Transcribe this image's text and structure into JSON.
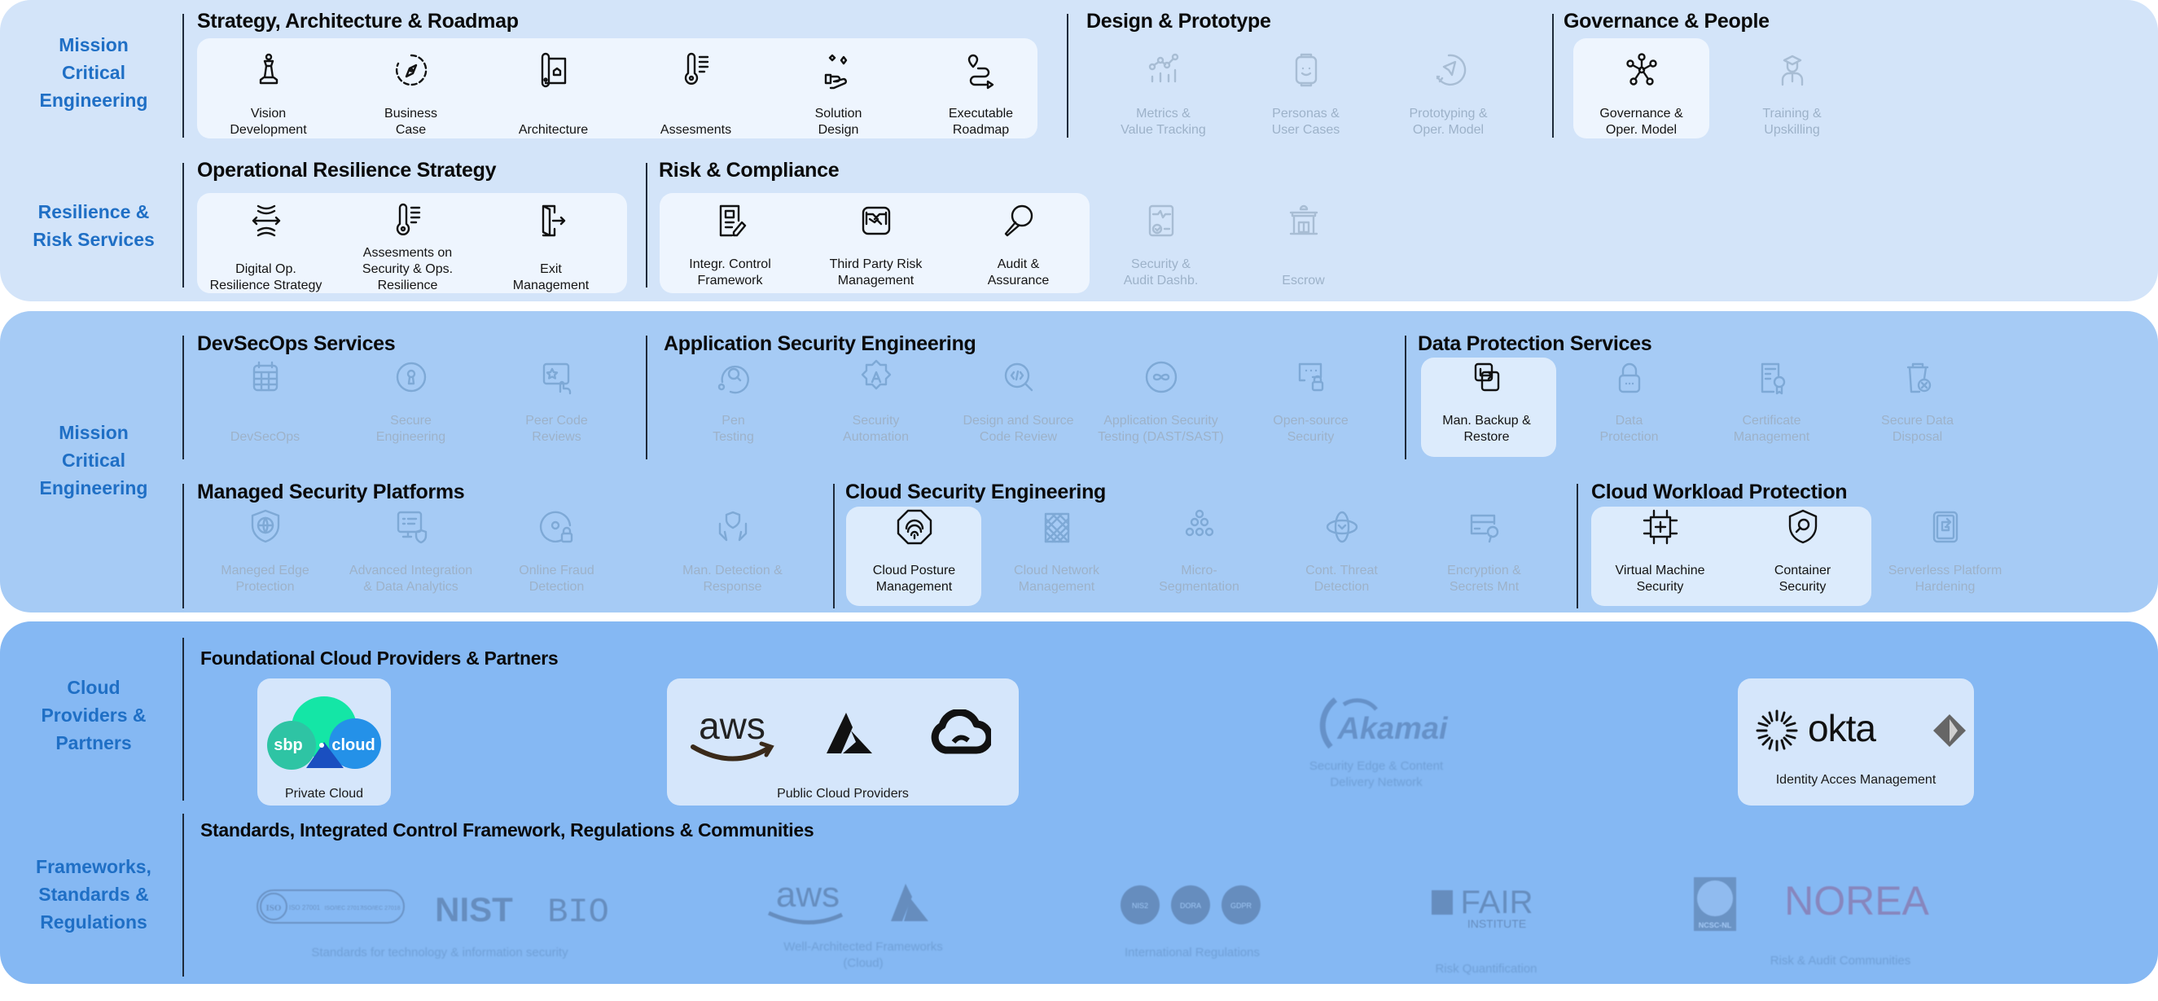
{
  "sections": {
    "mission_critical_1": "Mission Critical Engineering",
    "resilience": "Resilience & Risk Services",
    "mission_critical_2": "Mission Critical Engineering",
    "cloud_providers": "Cloud Providers & Partners",
    "frameworks": "Frameworks, Standards & Regulations"
  },
  "side_labels": {
    "mc1": [
      "Mission",
      "Critical",
      "Engineering"
    ],
    "res": [
      "Resilience &",
      "Risk Services"
    ],
    "mc2": [
      "Mission",
      "Critical",
      "Engineering"
    ],
    "cloud": [
      "Cloud",
      "Providers &",
      "Partners"
    ],
    "fw": [
      "Frameworks,",
      "Standards &",
      "Regulations"
    ]
  },
  "groups": {
    "strategy": {
      "title": "Strategy, Architecture & Roadmap",
      "items": [
        {
          "icon": "chess-pawn-icon",
          "label": [
            "Vision",
            "Development"
          ],
          "active": true
        },
        {
          "icon": "compass-icon",
          "label": [
            "Business",
            "Case"
          ],
          "active": true
        },
        {
          "icon": "blueprint-icon",
          "label": [
            "",
            "Architecture"
          ],
          "active": true
        },
        {
          "icon": "thermometer-icon",
          "label": [
            "",
            "Assesments"
          ],
          "active": true
        },
        {
          "icon": "hand-sparkle-icon",
          "label": [
            "Solution",
            "Design"
          ],
          "active": true
        },
        {
          "icon": "route-icon",
          "label": [
            "Executable",
            "Roadmap"
          ],
          "active": true
        }
      ]
    },
    "design": {
      "title": "Design & Prototype",
      "items": [
        {
          "icon": "metrics-chart-icon",
          "label": [
            "Metrics &",
            "Value Tracking"
          ],
          "active": false
        },
        {
          "icon": "persona-icon",
          "label": [
            "Personas &",
            "User Cases"
          ],
          "active": false
        },
        {
          "icon": "rocket-icon",
          "label": [
            "Prototyping &",
            "Oper. Model"
          ],
          "active": false
        }
      ]
    },
    "governance": {
      "title": "Governance & People",
      "items": [
        {
          "icon": "network-hub-icon",
          "label": [
            "Governance &",
            "Oper. Model"
          ],
          "active": true
        },
        {
          "icon": "graduate-icon",
          "label": [
            "Training &",
            "Upskilling"
          ],
          "active": false
        }
      ]
    },
    "op_resilience": {
      "title": "Operational Resilience Strategy",
      "items": [
        {
          "icon": "resilience-arrows-icon",
          "label": [
            "",
            "Digital Op.",
            "Resilience Strategy"
          ],
          "active": true
        },
        {
          "icon": "thermometer-icon",
          "label": [
            "Assesments on",
            "Security & Ops.",
            "Resilience"
          ],
          "active": true
        },
        {
          "icon": "exit-door-icon",
          "label": [
            "",
            "Exit",
            "Management"
          ],
          "active": true
        }
      ]
    },
    "risk": {
      "title": "Risk & Compliance",
      "items": [
        {
          "icon": "document-edit-icon",
          "label": [
            "Integr. Control",
            "Framework"
          ],
          "active": true
        },
        {
          "icon": "handshake-icon",
          "label": [
            "Third Party Risk",
            "Management"
          ],
          "active": true
        },
        {
          "icon": "magnifier-icon",
          "label": [
            "Audit &",
            "Assurance"
          ],
          "active": true
        },
        {
          "icon": "dashboard-check-icon",
          "label": [
            "Security &",
            "Audit Dashb."
          ],
          "active": false
        },
        {
          "icon": "bank-icon",
          "label": [
            "",
            "Escrow"
          ],
          "active": false
        }
      ]
    },
    "devsecops": {
      "title": "DevSecOps Services",
      "items": [
        {
          "icon": "calendar-grid-icon",
          "label": [
            "",
            "DevSecOps"
          ],
          "active": false
        },
        {
          "icon": "keyhole-icon",
          "label": [
            "Secure",
            "Engineering"
          ],
          "active": false
        },
        {
          "icon": "star-review-icon",
          "label": [
            "Peer Code",
            "Reviews"
          ],
          "active": false
        }
      ]
    },
    "appsec": {
      "title": "Application Security Engineering",
      "items": [
        {
          "icon": "pen-test-icon",
          "label": [
            "Pen",
            "Testing"
          ],
          "active": false
        },
        {
          "icon": "automation-badge-icon",
          "label": [
            "Security",
            "Automation"
          ],
          "active": false
        },
        {
          "icon": "code-search-icon",
          "label": [
            "Design and Source",
            "Code Review"
          ],
          "active": false
        },
        {
          "icon": "infinity-icon",
          "label": [
            "Application Security",
            "Testing (DAST/SAST)"
          ],
          "active": false
        },
        {
          "icon": "chat-lock-icon",
          "label": [
            "Open-source",
            "Security"
          ],
          "active": false
        }
      ]
    },
    "data_protection": {
      "title": "Data Protection Services",
      "items": [
        {
          "icon": "backup-restore-icon",
          "label": [
            "Man. Backup &",
            "Restore"
          ],
          "active": true
        },
        {
          "icon": "padlock-icon",
          "label": [
            "Data",
            "Protection"
          ],
          "active": false
        },
        {
          "icon": "certificate-icon",
          "label": [
            "Certificate",
            "Management"
          ],
          "active": false
        },
        {
          "icon": "trash-x-icon",
          "label": [
            "Secure Data",
            "Disposal"
          ],
          "active": false
        }
      ]
    },
    "managed_security": {
      "title": "Managed Security Platforms",
      "items": [
        {
          "icon": "shield-globe-icon",
          "label": [
            "Maneged Edge",
            "Protection"
          ],
          "active": false
        },
        {
          "icon": "monitor-shield-icon",
          "label": [
            "Advanced Integration",
            "& Data Analytics"
          ],
          "active": false
        },
        {
          "icon": "eye-lock-icon",
          "label": [
            "Online Fraud",
            "Detection"
          ],
          "active": false
        },
        {
          "icon": "hands-shield-icon",
          "label": [
            "Man. Detection &",
            "Response"
          ],
          "active": false
        }
      ]
    },
    "cloud_sec": {
      "title": "Cloud Security Engineering",
      "items": [
        {
          "icon": "fingerprint-icon",
          "label": [
            "Cloud Posture",
            "Management"
          ],
          "active": true
        },
        {
          "icon": "mesh-grid-icon",
          "label": [
            "Cloud Network",
            "Management"
          ],
          "active": false
        },
        {
          "icon": "circles-cluster-icon",
          "label": [
            "Micro-",
            "Segmentation"
          ],
          "active": false
        },
        {
          "icon": "orbit-threat-icon",
          "label": [
            "Cont. Threat",
            "Detection"
          ],
          "active": false
        },
        {
          "icon": "card-key-icon",
          "label": [
            "Encryption &",
            "Secrets Mnt"
          ],
          "active": false
        }
      ]
    },
    "workload": {
      "title": "Cloud Workload Protection",
      "items": [
        {
          "icon": "vm-chip-icon",
          "label": [
            "Virtual Machine",
            "Security"
          ],
          "active": true
        },
        {
          "icon": "shield-search-icon",
          "label": [
            "Container",
            "Security"
          ],
          "active": true
        },
        {
          "icon": "serverless-icon",
          "label": [
            "Serverless Platform",
            "Hardening"
          ],
          "active": false
        }
      ]
    }
  },
  "foundational": {
    "title": "Foundational Cloud Providers & Partners",
    "private_cloud": {
      "logo_left": "sbp",
      "logo_right": "cloud",
      "caption": "Private Cloud"
    },
    "public_cloud": {
      "logos": [
        "aws",
        "Azure",
        "Google Cloud"
      ],
      "caption": "Public Cloud Providers"
    },
    "akamai": {
      "logo": "Akamai",
      "caption": [
        "Security Edge & Content",
        "Delivery Network"
      ]
    },
    "iam": {
      "logo": "okta",
      "caption": "Identity Acces Management"
    }
  },
  "standards": {
    "title": "Standards, Integrated Control Framework, Regulations & Communities",
    "iso": {
      "badges": [
        "ISO 27001",
        "ISO/IEC 27017",
        "ISO/IEC 27018"
      ],
      "nist": "NIST",
      "bio": "BIO",
      "caption": "Standards for technology & information security"
    },
    "waf": {
      "logos": [
        "aws",
        "Azure"
      ],
      "caption": [
        "Well-Architected Frameworks",
        "(Cloud)"
      ]
    },
    "eu": {
      "badges": [
        "NIS2",
        "DORA",
        "GDPR"
      ],
      "caption": "International Regulations"
    },
    "fair": {
      "logo_top": "FAIR",
      "logo_bottom": "INSTITUTE",
      "caption": "Risk Quantification"
    },
    "communities": {
      "ncsc": "NCSC-NL",
      "norea": "NOREA",
      "caption": "Risk & Audit Communities"
    }
  },
  "colors": {
    "panel1": "#d3e4f9",
    "panel2": "#a6cbf5",
    "panel3": "#85b8f3",
    "side_label": "#1f6fc5",
    "tile_light": "#eef5fe",
    "heading": "#0a0a0a"
  }
}
